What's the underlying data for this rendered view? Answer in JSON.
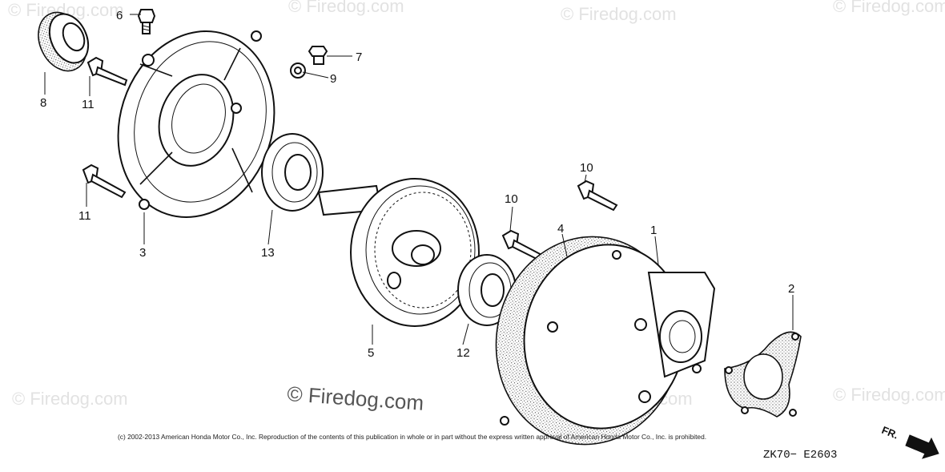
{
  "diagram": {
    "code": "ZK70− E2603",
    "copyright": "(c) 2002-2013 American Honda Motor Co., Inc. Reproduction of the contents of this publication in whole or in part without the express written approval of American Honda Motor Co., Inc. is prohibited.",
    "watermark_main": "© Firedog.com",
    "watermark_faint": "© Firedog.com",
    "direction_label": "FR.",
    "callouts": [
      "1",
      "2",
      "3",
      "4",
      "5",
      "6",
      "7",
      "8",
      "9",
      "10",
      "10",
      "11",
      "11",
      "12",
      "13"
    ]
  }
}
